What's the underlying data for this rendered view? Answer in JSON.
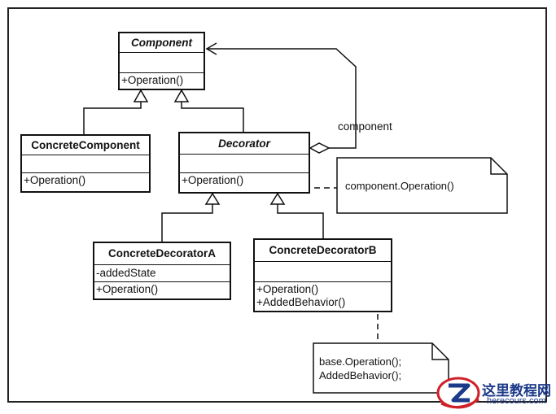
{
  "classes": {
    "component": {
      "name": "Component",
      "ops": [
        "+Operation()"
      ]
    },
    "concrete_component": {
      "name": "ConcreteComponent",
      "ops": [
        "+Operation()"
      ]
    },
    "decorator": {
      "name": "Decorator",
      "ops": [
        "+Operation()"
      ]
    },
    "concrete_decorator_a": {
      "name": "ConcreteDecoratorA",
      "attrs": [
        "-addedState"
      ],
      "ops": [
        "+Operation()"
      ]
    },
    "concrete_decorator_b": {
      "name": "ConcreteDecoratorB",
      "ops": [
        "+Operation()",
        "+AddedBehavior()"
      ]
    }
  },
  "association_label": "component",
  "notes": {
    "decorator_note": [
      "component.Operation()"
    ],
    "decorator_b_note": [
      "base.Operation();",
      "AddedBehavior();"
    ]
  },
  "watermark": {
    "title": "这里教程网",
    "url": "herecours.com"
  },
  "colors": {
    "line": "#111111",
    "logo_blue": "#1c3a8a",
    "logo_red": "#d0202a"
  }
}
